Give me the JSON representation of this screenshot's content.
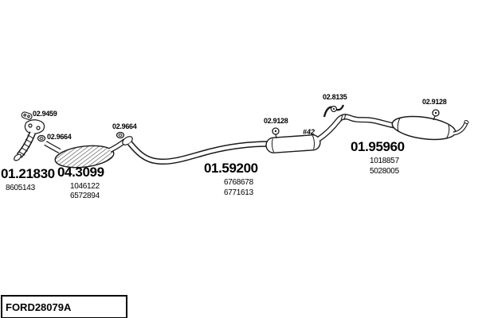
{
  "catalog": {
    "code": "FORD28079A"
  },
  "parts": {
    "front_gasket": {
      "number": "02.9459"
    },
    "front_ring": {
      "number": "02.9664"
    },
    "mid_ring": {
      "number": "02.9664"
    },
    "front_pipe": {
      "number": "01.21830",
      "refs": [
        "8605143"
      ]
    },
    "catalyst": {
      "number": "04.3099",
      "refs": [
        "1046122",
        "6572894"
      ]
    },
    "mid_hanger": {
      "number": "02.9128"
    },
    "mid_muffler": {
      "number": "01.59200",
      "refs": [
        "6768678",
        "6771613"
      ],
      "note": "#42"
    },
    "rear_bracket": {
      "number": "02.8135"
    },
    "rear_hanger": {
      "number": "02.9128"
    },
    "rear_muffler": {
      "number": "01.95960",
      "refs": [
        "1018857",
        "5028005"
      ]
    }
  }
}
